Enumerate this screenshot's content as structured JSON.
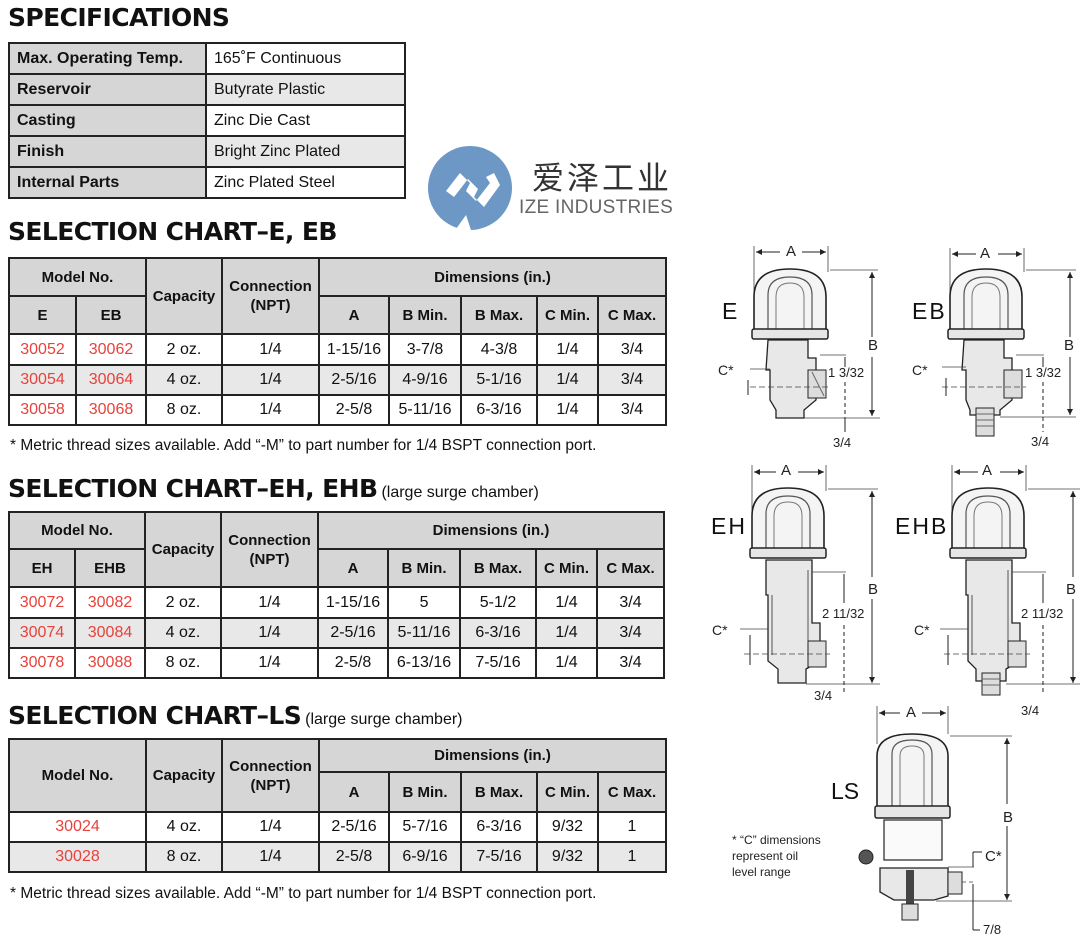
{
  "specifications": {
    "title": "SPECIFICATIONS",
    "rows": [
      {
        "label": "Max. Operating Temp.",
        "value": "165˚F Continuous"
      },
      {
        "label": "Reservoir",
        "value": "Butyrate Plastic"
      },
      {
        "label": "Casting",
        "value": "Zinc Die Cast"
      },
      {
        "label": "Finish",
        "value": "Bright Zinc Plated"
      },
      {
        "label": "Internal Parts",
        "value": "Zinc Plated Steel"
      }
    ]
  },
  "logo": {
    "chinese_name": "爱泽工业",
    "english_name": "IZE INDUSTRIES",
    "brand_color": "#6d98c5"
  },
  "colors": {
    "model_number": "#e8413c",
    "header_bg": "#d6d6d6",
    "alt_row_bg": "#e8e8e8"
  },
  "chart_e_eb": {
    "title": "SELECTION CHART–E, EB",
    "headers": {
      "model_no": "Model No.",
      "model_cols": [
        "E",
        "EB"
      ],
      "capacity": "Capacity",
      "connection": "Connection",
      "connection_unit": "(NPT)",
      "dimensions": "Dimensions (in.)",
      "dim_cols": [
        "A",
        "B Min.",
        "B Max.",
        "C Min.",
        "C Max."
      ]
    },
    "rows": [
      {
        "m1": "30052",
        "m2": "30062",
        "capacity": "2 oz.",
        "connection": "1/4",
        "a": "1-15/16",
        "bmin": "3-7/8",
        "bmax": "4-3/8",
        "cmin": "1/4",
        "cmax": "3/4"
      },
      {
        "m1": "30054",
        "m2": "30064",
        "capacity": "4 oz.",
        "connection": "1/4",
        "a": "2-5/16",
        "bmin": "4-9/16",
        "bmax": "5-1/16",
        "cmin": "1/4",
        "cmax": "3/4"
      },
      {
        "m1": "30058",
        "m2": "30068",
        "capacity": "8 oz.",
        "connection": "1/4",
        "a": "2-5/8",
        "bmin": "5-11/16",
        "bmax": "6-3/16",
        "cmin": "1/4",
        "cmax": "3/4"
      }
    ],
    "footnote": "* Metric thread sizes available. Add “-M” to part number for 1/4 BSPT connection port."
  },
  "chart_eh_ehb": {
    "title": "SELECTION CHART–EH, EHB",
    "subtitle": "(large surge chamber)",
    "headers": {
      "model_no": "Model No.",
      "model_cols": [
        "EH",
        "EHB"
      ],
      "capacity": "Capacity",
      "connection": "Connection",
      "connection_unit": "(NPT)",
      "dimensions": "Dimensions (in.)",
      "dim_cols": [
        "A",
        "B Min.",
        "B Max.",
        "C Min.",
        "C Max."
      ]
    },
    "rows": [
      {
        "m1": "30072",
        "m2": "30082",
        "capacity": "2 oz.",
        "connection": "1/4",
        "a": "1-15/16",
        "bmin": "5",
        "bmax": "5-1/2",
        "cmin": "1/4",
        "cmax": "3/4"
      },
      {
        "m1": "30074",
        "m2": "30084",
        "capacity": "4 oz.",
        "connection": "1/4",
        "a": "2-5/16",
        "bmin": "5-11/16",
        "bmax": "6-3/16",
        "cmin": "1/4",
        "cmax": "3/4"
      },
      {
        "m1": "30078",
        "m2": "30088",
        "capacity": "8 oz.",
        "connection": "1/4",
        "a": "2-5/8",
        "bmin": "6-13/16",
        "bmax": "7-5/16",
        "cmin": "1/4",
        "cmax": "3/4"
      }
    ]
  },
  "chart_ls": {
    "title": "SELECTION CHART–LS",
    "subtitle": "(large surge chamber)",
    "headers": {
      "model_no": "Model No.",
      "capacity": "Capacity",
      "connection": "Connection",
      "connection_unit": "(NPT)",
      "dimensions": "Dimensions (in.)",
      "dim_cols": [
        "A",
        "B Min.",
        "B Max.",
        "C Min.",
        "C Max."
      ]
    },
    "rows": [
      {
        "m1": "30024",
        "capacity": "4 oz.",
        "connection": "1/4",
        "a": "2-5/16",
        "bmin": "5-7/16",
        "bmax": "6-3/16",
        "cmin": "9/32",
        "cmax": "1"
      },
      {
        "m1": "30028",
        "capacity": "8 oz.",
        "connection": "1/4",
        "a": "2-5/8",
        "bmin": "6-9/16",
        "bmax": "7-5/16",
        "cmin": "9/32",
        "cmax": "1"
      }
    ],
    "footnote": "* Metric thread sizes available. Add “-M” to part number for 1/4 BSPT connection port."
  },
  "diagrams": {
    "e": {
      "label": "E",
      "dim_a": "A",
      "dim_b": "B",
      "dim_c": "C*",
      "dim_mid": "1 3/32",
      "dim_bottom": "3/4"
    },
    "eb": {
      "label": "EB",
      "dim_a": "A",
      "dim_b": "B",
      "dim_c": "C*",
      "dim_mid": "1 3/32",
      "dim_bottom": "3/4"
    },
    "eh": {
      "label": "EH",
      "dim_a": "A",
      "dim_b": "B",
      "dim_c": "C*",
      "dim_mid": "2 11/32",
      "dim_bottom": "3/4"
    },
    "ehb": {
      "label": "EHB",
      "dim_a": "A",
      "dim_b": "B",
      "dim_c": "C*",
      "dim_mid": "2 11/32",
      "dim_bottom": "3/4"
    },
    "ls": {
      "label": "LS",
      "dim_a": "A",
      "dim_b": "B",
      "dim_c": "C*",
      "dim_bottom": "7/8"
    },
    "c_note": [
      "* “C” dimensions",
      "represent oil",
      "level range"
    ]
  }
}
